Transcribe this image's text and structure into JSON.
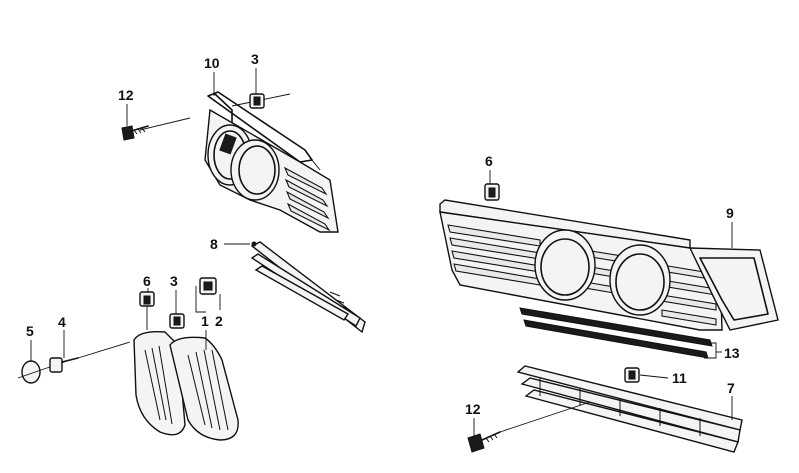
{
  "labels": {
    "p10": "10",
    "p3_top": "3",
    "p12_top": "12",
    "p8": "8",
    "p6_left": "6",
    "p3_left": "3",
    "p1": "1",
    "p2": "2",
    "p5": "5",
    "p4": "4",
    "p6_right": "6",
    "p9": "9",
    "p13": "13",
    "p11": "11",
    "p7": "7",
    "p12_bottom": "12"
  }
}
